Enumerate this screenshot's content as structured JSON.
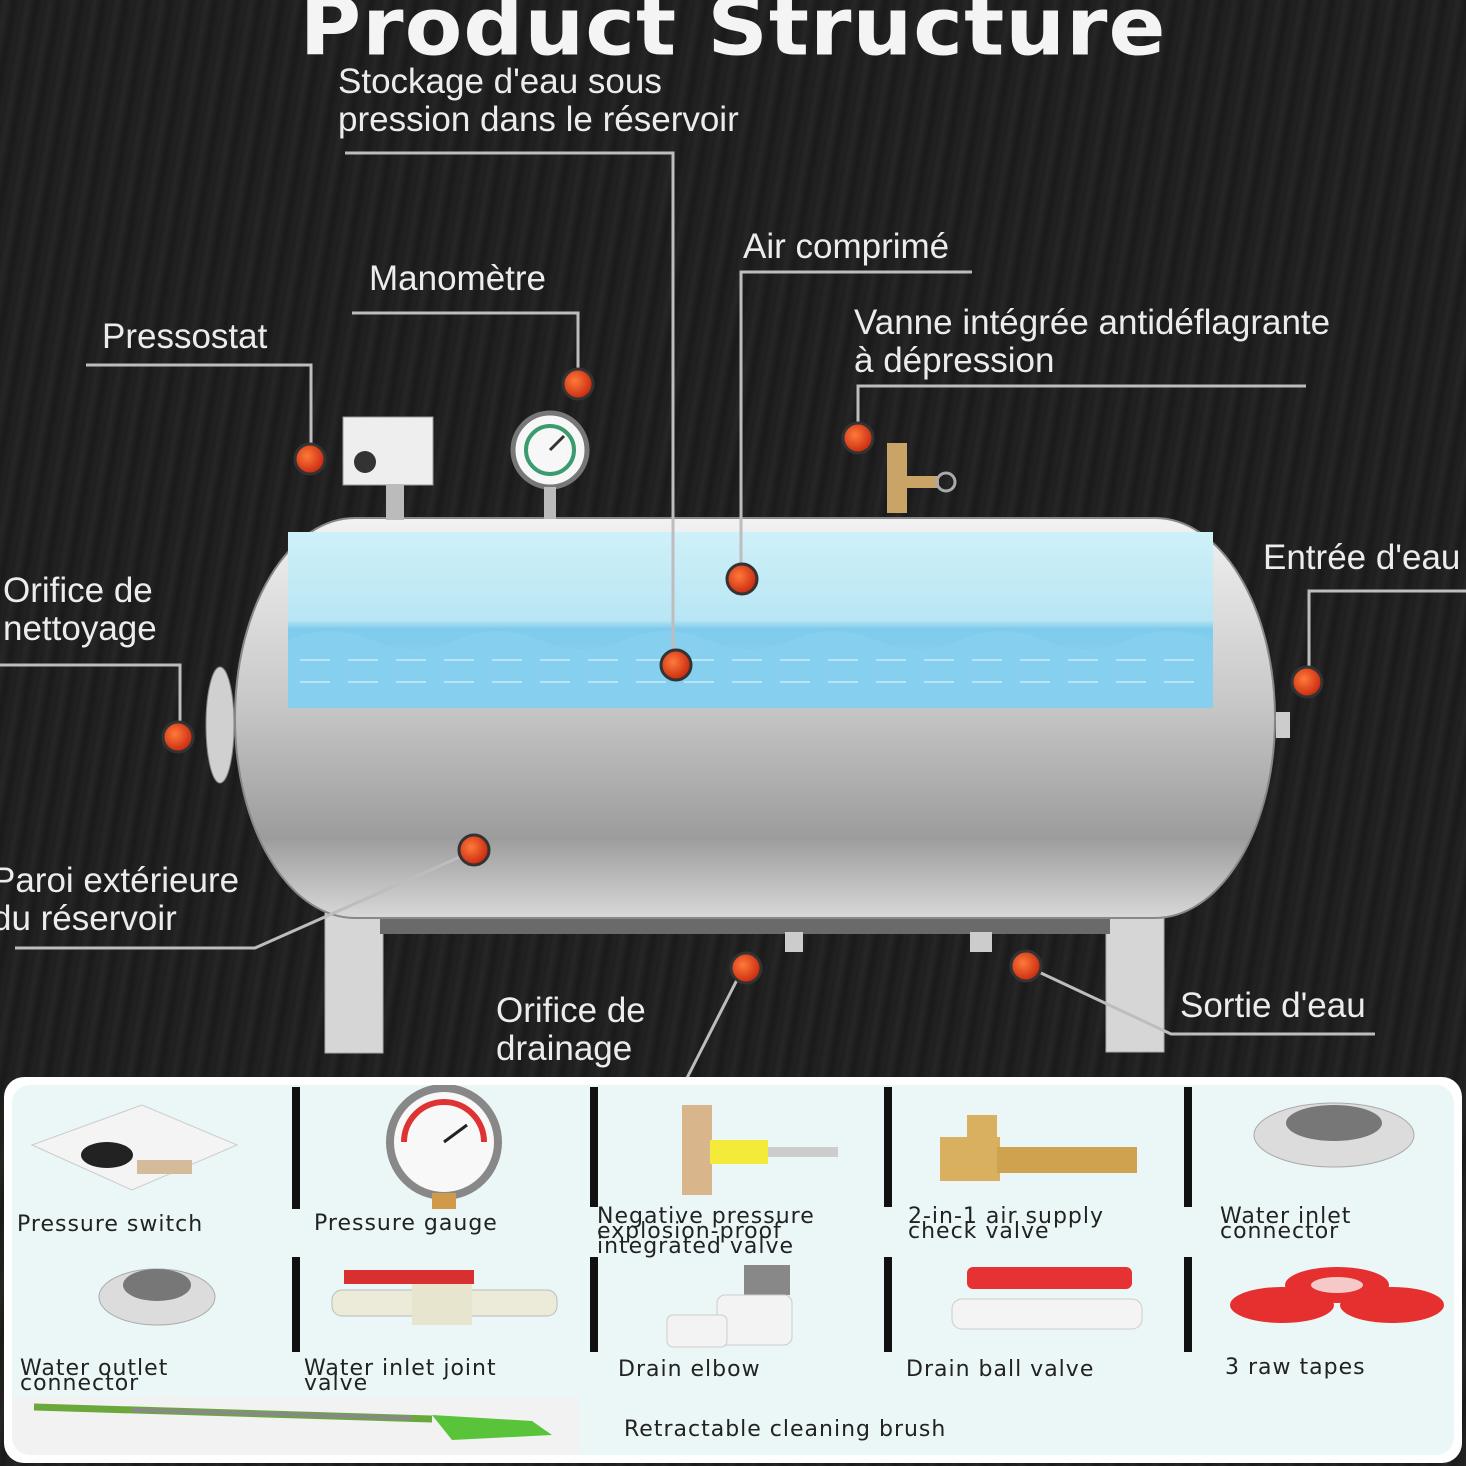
{
  "title": "Product Structure",
  "labels": {
    "storage": [
      "Stockage d'eau sous",
      "pression dans le réservoir"
    ],
    "air": "Air comprimé",
    "gauge": "Manomètre",
    "pressostat": "Pressostat",
    "valve": [
      "Vanne intégrée antidéflagrante",
      "à dépression"
    ],
    "cleaning": [
      "Orifice de",
      "nettoyage"
    ],
    "inlet": "Entrée d'eau",
    "wall": [
      "Paroi extérieure",
      "du réservoir"
    ],
    "drain": [
      "Orifice de",
      "drainage"
    ],
    "outlet": "Sortie d'eau"
  },
  "accessories": {
    "pressure_switch": "Pressure switch",
    "pressure_gauge": "Pressure gauge",
    "neg_valve": [
      "Negative pressure",
      "explosion-proof",
      "integrated valve"
    ],
    "check_valve": [
      "2-in-1 air supply",
      "check valve"
    ],
    "inlet_connector": [
      "Water inlet",
      "connector"
    ],
    "outlet_connector": [
      "Water outlet",
      "connector"
    ],
    "inlet_joint_valve": [
      "Water inlet joint",
      "valve"
    ],
    "drain_elbow": "Drain elbow",
    "drain_ball_valve": "Drain ball valve",
    "raw_tapes": "3 raw tapes",
    "brush": "Retractable cleaning brush"
  },
  "colors": {
    "marker": "#e8401c",
    "water": "#8fd3ee",
    "panel": "#eaf7f6"
  }
}
